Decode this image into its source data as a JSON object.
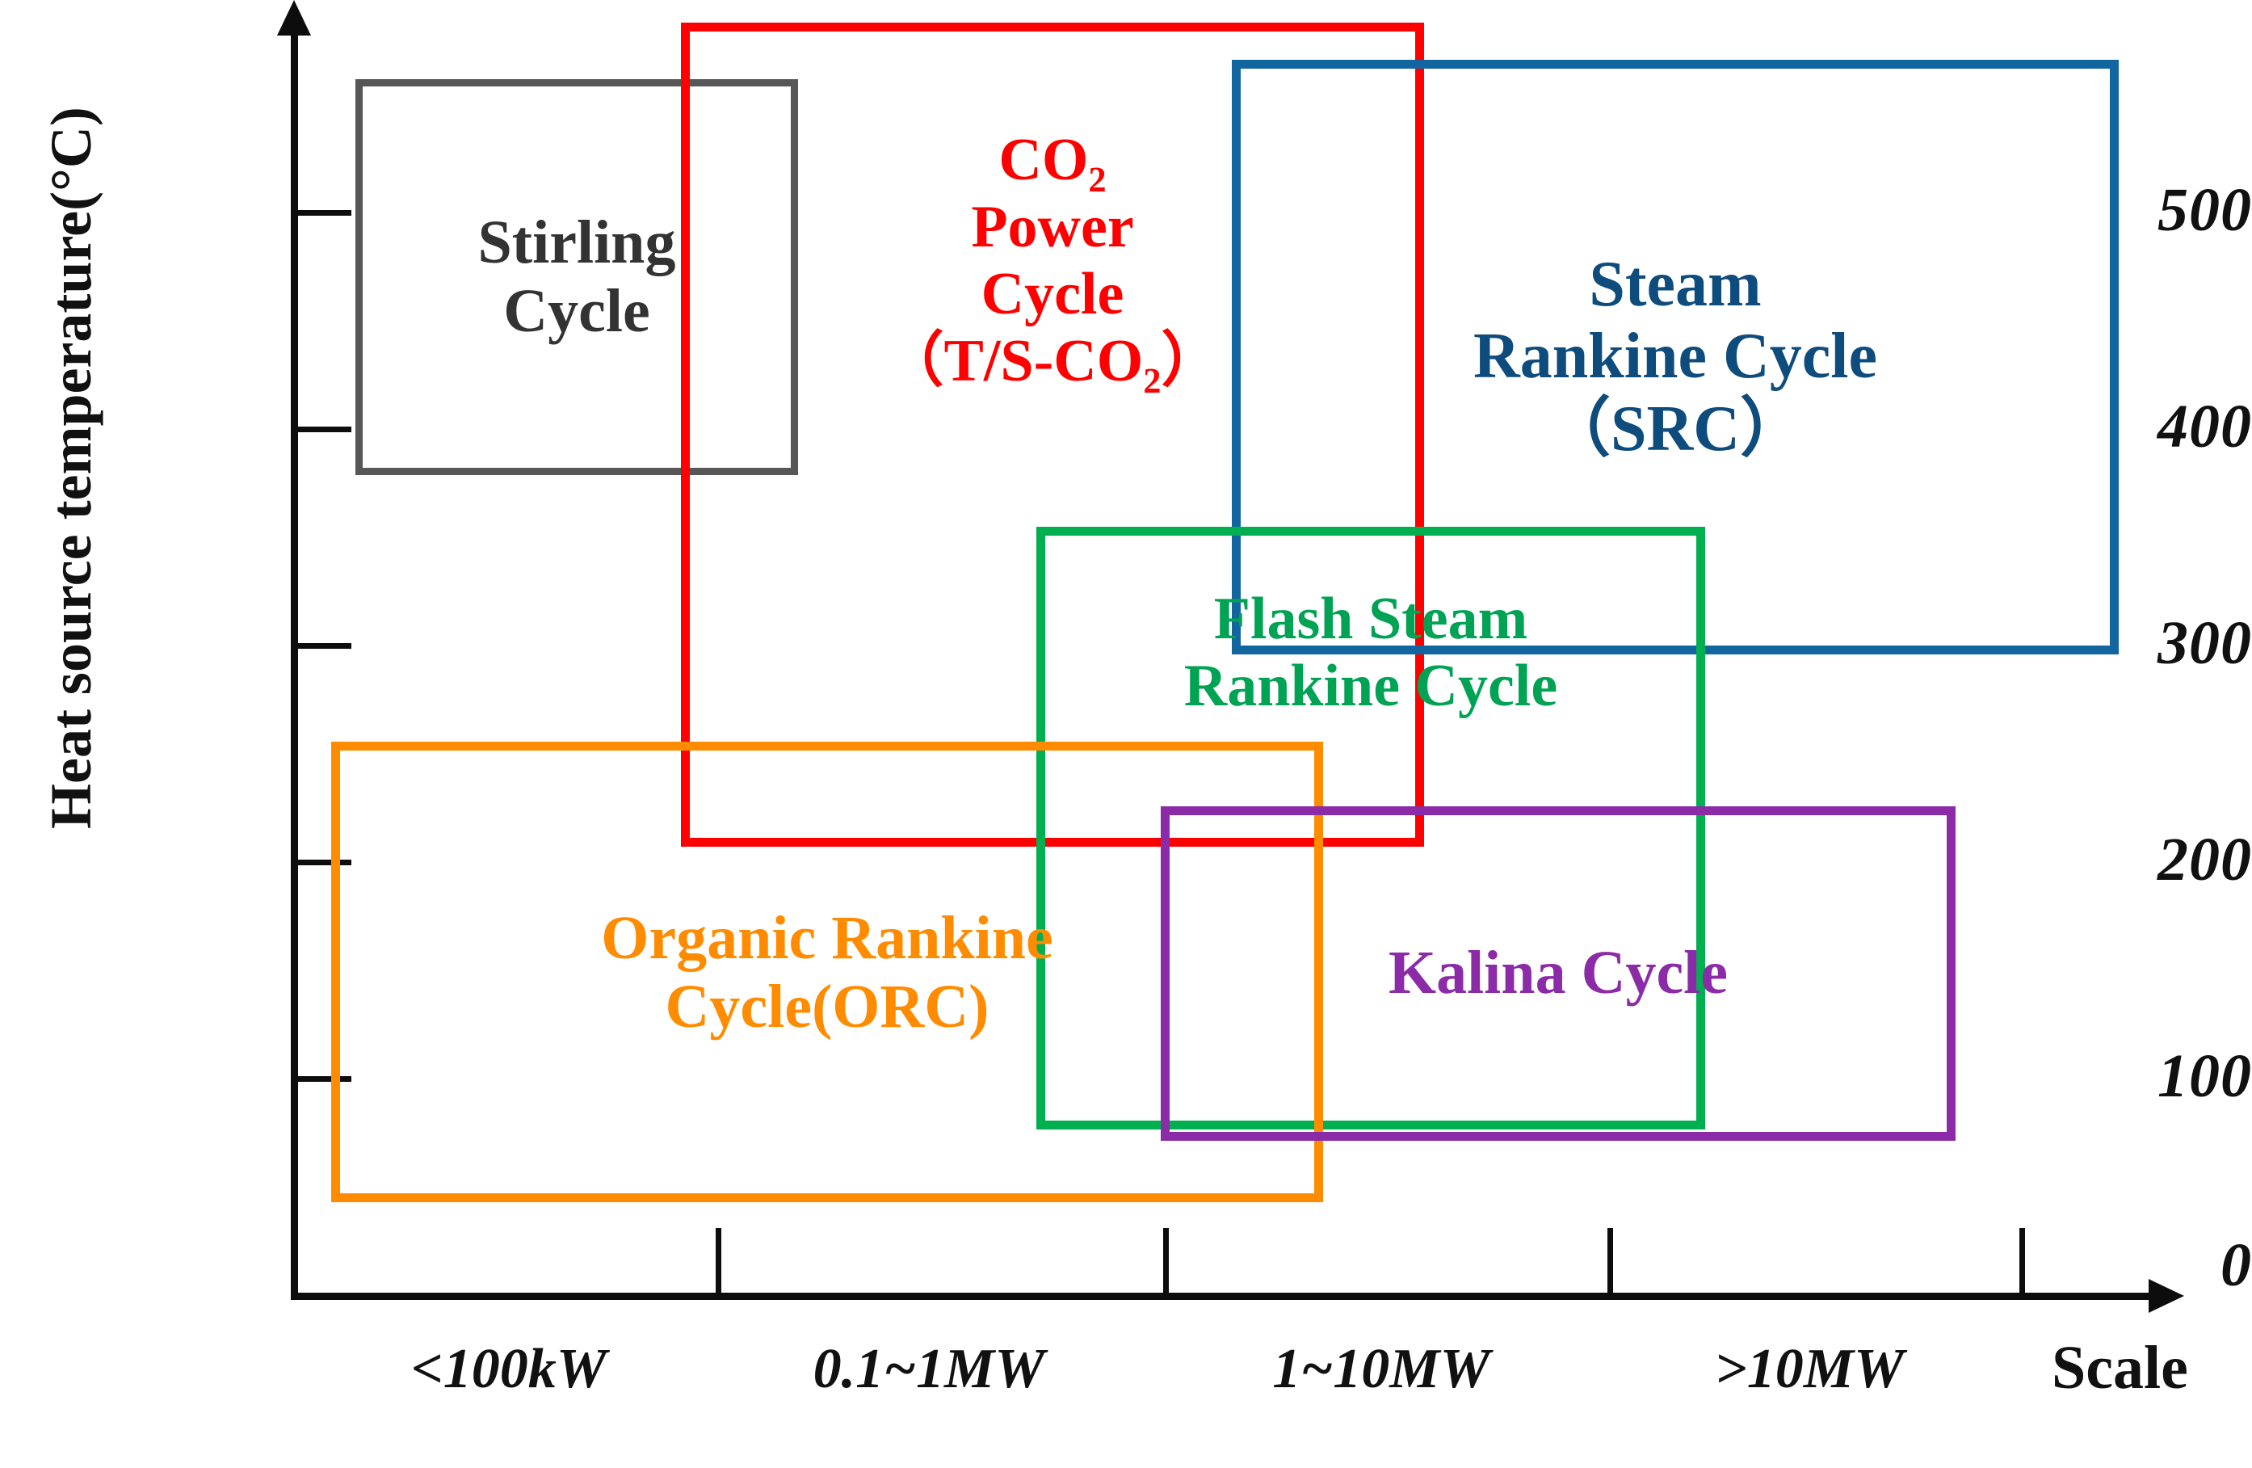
{
  "chart_data": {
    "type": "table",
    "title": "",
    "xlabel": "Scale",
    "ylabel": "Heat source temperature(°C)",
    "ylim": [
      0,
      600
    ],
    "ytick_labels": [
      "500",
      "400",
      "300",
      "200",
      "100",
      "0"
    ],
    "ytick_values": [
      500,
      400,
      300,
      200,
      100,
      0
    ],
    "xtick_labels": [
      "<100kW",
      "0.1~1MW",
      "1~10MW",
      ">10MW"
    ],
    "grid": false,
    "legend": "none",
    "series": [
      {
        "name": "Stirling Cycle",
        "label": "Stirling\nCycle",
        "color": "#333333",
        "border_color": "#575757",
        "scale_range": "<100kW",
        "temp_range": [
          390,
          560
        ]
      },
      {
        "name": "CO2 Power Cycle (T/S-CO2)",
        "label": "CO₂\nPower\nCycle\n（T/S-CO₂）",
        "color": "#ff0000",
        "border_color": "#ff0000",
        "scale_range": "<100kW – 0.1~1MW",
        "temp_range": [
          222,
          588
        ]
      },
      {
        "name": "Steam Rankine Cycle (SRC)",
        "label": "Steam\nRankine Cycle\n（SRC）",
        "color": "#0e4c7e",
        "border_color": "#1266a0",
        "scale_range": "1~10MW – >10MW",
        "temp_range": [
          307,
          570
        ]
      },
      {
        "name": "Flash Steam Rankine Cycle",
        "label": "Flash Steam\nRankine Cycle",
        "color": "#00a353",
        "border_color": "#00b050",
        "scale_range": "1~10MW",
        "temp_range": [
          95,
          360
        ]
      },
      {
        "name": "Kalina Cycle",
        "label": "Kalina Cycle",
        "color": "#8b2ba8",
        "border_color": "#8b2ba8",
        "scale_range": "1~10MW – >10MW",
        "temp_range": [
          93,
          240
        ]
      },
      {
        "name": "Organic Rankine Cycle (ORC)",
        "label": "Organic Rankine\nCycle(ORC)",
        "color": "#ff8c00",
        "border_color": "#ff8c00",
        "scale_range": "<100kW – 1~10MW",
        "temp_range": [
          60,
          255
        ]
      }
    ]
  },
  "axes": {
    "y_title": "Heat source temperature(°C)",
    "x_title": "Scale",
    "y_ticks": [
      {
        "label": "500"
      },
      {
        "label": "400"
      },
      {
        "label": "300"
      },
      {
        "label": "200"
      },
      {
        "label": "100"
      },
      {
        "label": "0"
      }
    ],
    "x_ticks": [
      {
        "label": "<100kW"
      },
      {
        "label": "0.1~1MW"
      },
      {
        "label": "1~10MW"
      },
      {
        "label": ">10MW"
      }
    ]
  },
  "boxes": {
    "stirling": {
      "label": "Stirling\nCycle"
    },
    "co2": {
      "label": "CO₂\nPower\nCycle\n（T/S-CO₂）"
    },
    "src": {
      "label": "Steam\nRankine Cycle\n（SRC）"
    },
    "flash": {
      "label": "Flash Steam\nRankine Cycle"
    },
    "kalina": {
      "label": "Kalina Cycle"
    },
    "orc": {
      "label": "Organic Rankine\nCycle(ORC)"
    }
  },
  "colors": {
    "stirling": "#575757",
    "co2": "#ff0000",
    "src": "#1266a0",
    "flash": "#00b050",
    "kalina": "#8b2ba8",
    "orc": "#ff8c00",
    "axis": "#0d0d0d"
  }
}
